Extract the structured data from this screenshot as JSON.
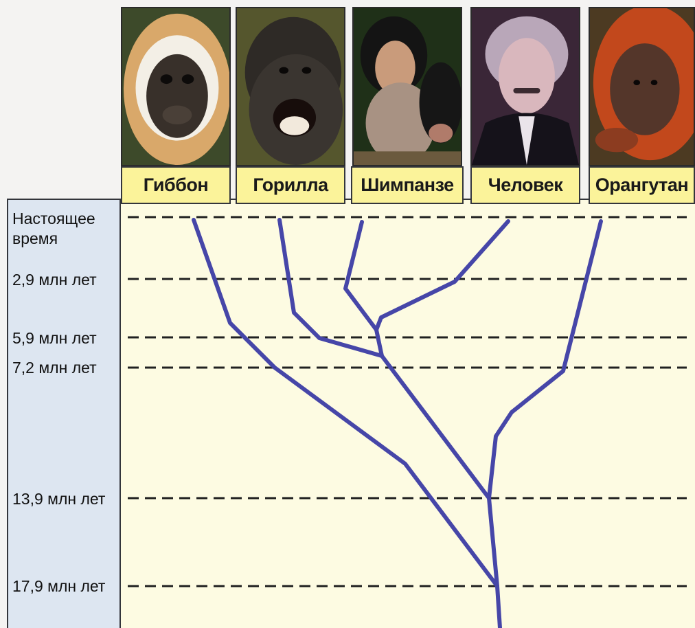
{
  "diagram": {
    "species": [
      {
        "name": "Гиббон",
        "photo": "gibbon-photo"
      },
      {
        "name": "Горилла",
        "photo": "gorilla-photo"
      },
      {
        "name": "Шимпанзе",
        "photo": "chimpanzee-photo"
      },
      {
        "name": "Человек",
        "photo": "human-photo"
      },
      {
        "name": "Орангутан",
        "photo": "orangutan-photo"
      }
    ],
    "time_labels": [
      {
        "text": "Настоящее\nвремя"
      },
      {
        "text": "2,9 млн лет"
      },
      {
        "text": "5,9 млн лет"
      },
      {
        "text": "7,2 млн лет"
      },
      {
        "text": "13,9 млн лет"
      },
      {
        "text": "17,9 млн лет"
      }
    ],
    "colors": {
      "branch": "#4646a8",
      "dash": "#202020",
      "label_bg": "#fbf39a",
      "chart_bg": "#fdfbe2",
      "timeline_bg": "#dde6f1"
    }
  }
}
